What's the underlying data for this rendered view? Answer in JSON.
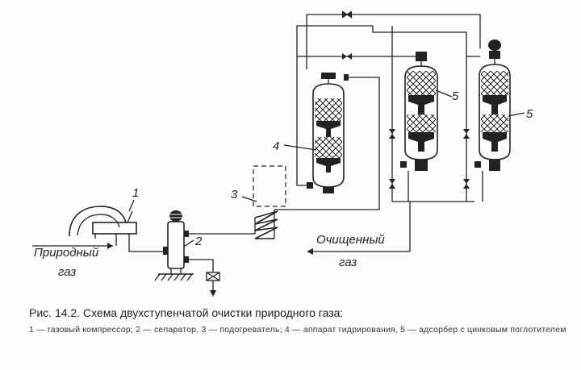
{
  "diagram": {
    "labels": {
      "natural_gas_1": "Природный",
      "natural_gas_2": "газ",
      "cleaned_1": "Очищенный",
      "cleaned_2": "газ"
    },
    "numbers": {
      "compressor": "1",
      "separator": "2",
      "heater": "3",
      "hydrogenation": "4",
      "adsorber_a": "5",
      "adsorber_b": "5"
    }
  },
  "caption": {
    "title": "Рис. 14.2. Схема двухступенчатой очистки природного газа:",
    "legend": "1 — газовый компрессор; 2 — сепаратор, 3 — подогреватель; 4 — аппарат гидрирования, 5 — адсорбер с цинковым поглотителем"
  }
}
